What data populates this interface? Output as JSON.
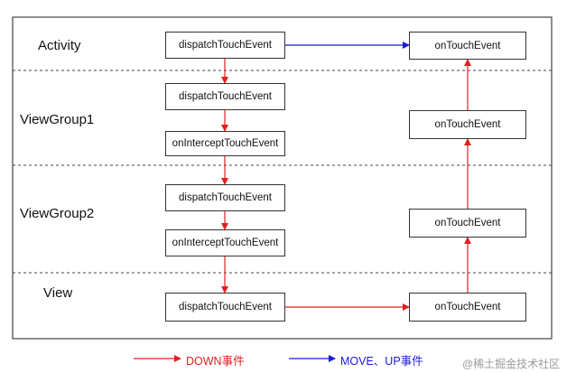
{
  "layers": [
    {
      "label": "Activity"
    },
    {
      "label": "ViewGroup1"
    },
    {
      "label": "ViewGroup2"
    },
    {
      "label": "View"
    }
  ],
  "boxes": {
    "activity_dispatch": "dispatchTouchEvent",
    "activity_ontouch": "onTouchEvent",
    "vg1_dispatch": "dispatchTouchEvent",
    "vg1_intercept": "onInterceptTouchEvent",
    "vg1_ontouch": "onTouchEvent",
    "vg2_dispatch": "dispatchTouchEvent",
    "vg2_intercept": "onInterceptTouchEvent",
    "vg2_ontouch": "onTouchEvent",
    "view_dispatch": "dispatchTouchEvent",
    "view_ontouch": "onTouchEvent"
  },
  "legend": {
    "down_label": "DOWN事件",
    "move_up_label": "MOVE、UP事件"
  },
  "colors": {
    "down": "#e02020",
    "move_up": "#1a1ad8"
  },
  "watermark": "@稀土掘金技术社区"
}
